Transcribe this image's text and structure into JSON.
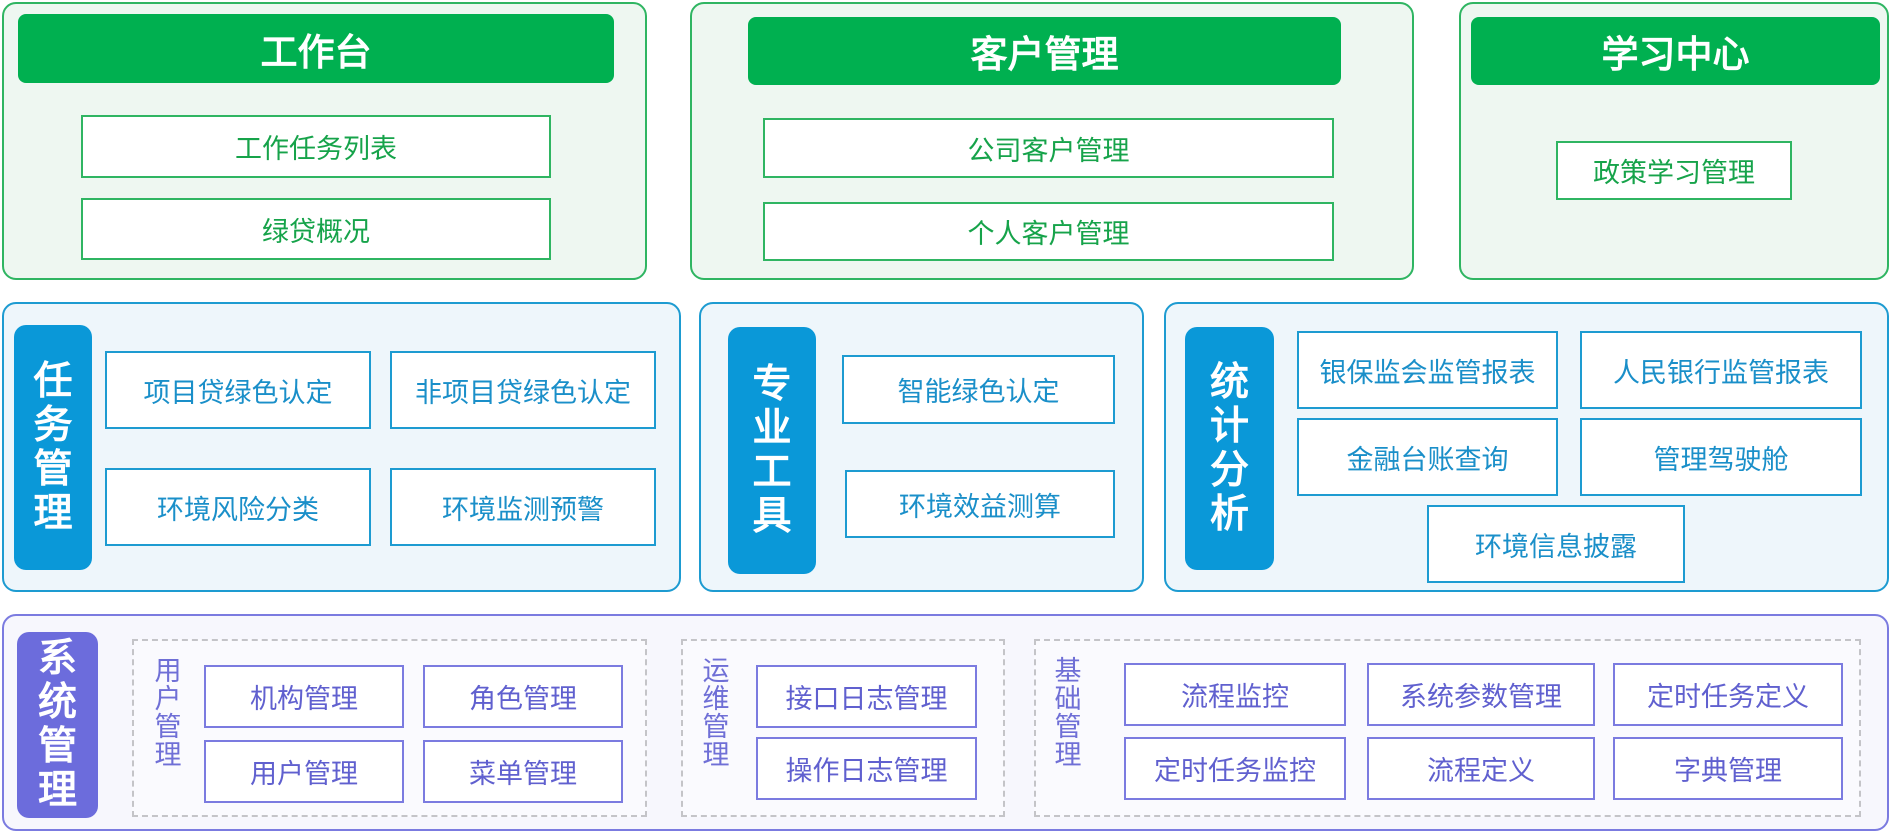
{
  "workbench": {
    "title": "工作台",
    "items": [
      "工作任务列表",
      "绿贷概况"
    ]
  },
  "customer": {
    "title": "客户管理",
    "items": [
      "公司客户管理",
      "个人客户管理"
    ]
  },
  "learning": {
    "title": "学习中心",
    "items": [
      "政策学习管理"
    ]
  },
  "task": {
    "title": "任务管理",
    "items": [
      "项目贷绿色认定",
      "非项目贷绿色认定",
      "环境风险分类",
      "环境监测预警"
    ]
  },
  "tools": {
    "title": "专业工具",
    "items": [
      "智能绿色认定",
      "环境效益测算"
    ]
  },
  "stats": {
    "title": "统计分析",
    "items": [
      "银保监会监管报表",
      "人民银行监管报表",
      "金融台账查询",
      "管理驾驶舱",
      "环境信息披露"
    ]
  },
  "system": {
    "title": "系统管理",
    "user_group": {
      "label": "用户管理",
      "items": [
        "机构管理",
        "角色管理",
        "用户管理",
        "菜单管理"
      ]
    },
    "ops_group": {
      "label": "运维管理",
      "items": [
        "接口日志管理",
        "操作日志管理"
      ]
    },
    "base_group": {
      "label": "基础管理",
      "items": [
        "流程监控",
        "系统参数管理",
        "定时任务定义",
        "定时任务监控",
        "流程定义",
        "字典管理"
      ]
    }
  },
  "colors": {
    "green": "#00b050",
    "blue": "#0a98d8",
    "purple": "#6c6cdc"
  }
}
